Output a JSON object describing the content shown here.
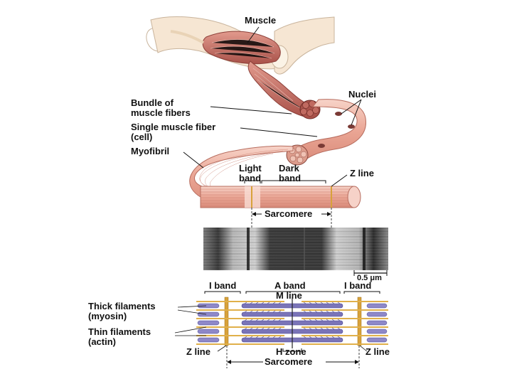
{
  "labels": {
    "muscle": "Muscle",
    "bundle": "Bundle of\nmuscle fibers",
    "nuclei": "Nuclei",
    "single_fiber": "Single muscle fiber\n(cell)",
    "myofibril": "Myofibril",
    "light_band": "Light\nband",
    "dark_band": "Dark\nband",
    "z_line_top": "Z line",
    "sarcomere_top": "Sarcomere",
    "scale_bar": "0.5 μm",
    "i_band_left": "I band",
    "a_band": "A band",
    "i_band_right": "I band",
    "m_line": "M line",
    "thick_filaments": "Thick filaments\n(myosin)",
    "thin_filaments": "Thin filaments\n(actin)",
    "z_line_left": "Z line",
    "h_zone": "H zone",
    "z_line_right": "Z line",
    "sarcomere_bottom": "Sarcomere"
  },
  "colors": {
    "muscle": "#c9766b",
    "muscle_dark": "#9e4b43",
    "skin": "#f6e6d3",
    "fiber": "#efb6a7",
    "myofibril": "#f3cfc3",
    "z_band": "#d8a23a",
    "actin": "#e0b04a",
    "myosin": "#7a74b8"
  }
}
